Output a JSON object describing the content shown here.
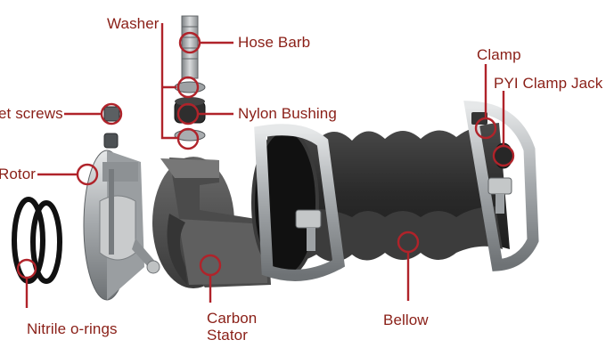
{
  "labels": {
    "washer": "Washer",
    "hose_barb": "Hose Barb",
    "set_screws": "et screws",
    "nylon_bushing": "Nylon Bushing",
    "rotor": "Rotor",
    "clamp": "Clamp",
    "pyi_clamp_jack": "PYI Clamp Jack",
    "carbon_stator_line1": "Carbon",
    "carbon_stator_line2": "Stator",
    "bellow": "Bellow",
    "nitrile_orings": "Nitrile o-rings"
  },
  "colors": {
    "label_text": "#8a1f17",
    "callout": "#b0232a",
    "background": "#ffffff",
    "metal": "#b9bcbe",
    "carbon": "#4a4a4a",
    "rubber": "#2b2b2b",
    "ring": "#111111"
  }
}
